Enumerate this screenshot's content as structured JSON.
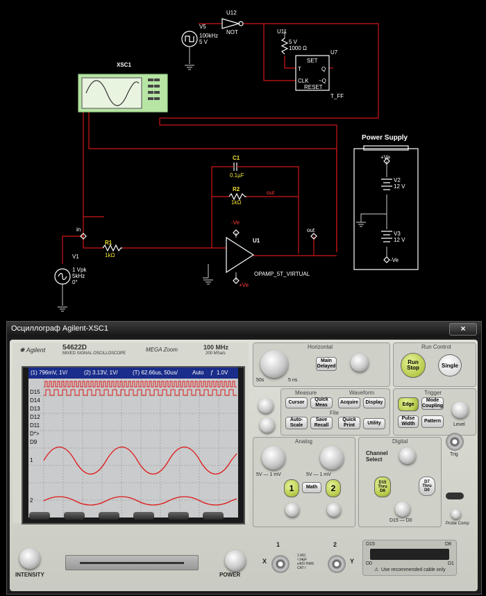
{
  "schematic": {
    "v5": {
      "name": "V5",
      "freq": "100kHz",
      "volt": "5 V"
    },
    "u12": {
      "name": "U12",
      "type": "NOT"
    },
    "u11": {
      "name": "U11",
      "volt": "5 V",
      "res": "1000 Ω"
    },
    "u7": {
      "name": "U7",
      "type": "T_FF",
      "pins": {
        "set": "SET",
        "t": "T",
        "q": "Q",
        "clk": "CLK",
        "nq": "~Q",
        "reset": "RESET"
      }
    },
    "xsc1": {
      "name": "XSC1"
    },
    "power_supply": {
      "title": "Power Supply",
      "pos": "+Ve",
      "neg": "-Ve",
      "v2": {
        "name": "V2",
        "volt": "12 V"
      },
      "v3": {
        "name": "V3",
        "volt": "12 V"
      }
    },
    "c1": {
      "name": "C1",
      "value": "0.1µF"
    },
    "r2": {
      "name": "R2",
      "value": "1kΩ"
    },
    "r1": {
      "name": "R1",
      "value": "1kΩ"
    },
    "v1": {
      "name": "V1",
      "amp": "1 Vpk",
      "freq": "5kHz",
      "phase": "0°"
    },
    "u1": {
      "name": "U1",
      "type": "OPAMP_5T_VIRTUAL",
      "neg_supply": "-Ve",
      "pos_supply": "+Ve"
    },
    "net_labels": {
      "in": "in",
      "out_top": "out",
      "out_right": "out"
    }
  },
  "window": {
    "title": "Осциллограф Agilent-XSC1",
    "close": "×"
  },
  "scope": {
    "brand": "Agilent",
    "model": "54622D",
    "model_sub": "MIXED SIGNAL OSCILLOSCOPE",
    "megazoom": "MEGA Zoom",
    "bandwidth": "100 MHz",
    "sample": "200 MSa/s",
    "status": {
      "ch1": "(1) 796mV, 1V/",
      "ch2": "(2) 3.13V, 1V/",
      "time": "(T) 62.66us, 50us/",
      "trig_mode": "Auto",
      "trig_level": "1.0V"
    },
    "digital_labels": [
      "D15",
      "D14",
      "D13",
      "D12",
      "D11",
      "D*>",
      "D9"
    ],
    "analog_markers": [
      "1",
      "2"
    ],
    "intensity": "INTENSITY",
    "power": "POWER",
    "horizontal": {
      "title": "Horizontal",
      "main_delayed": "Main\nDelayed",
      "left": "50s",
      "right": "5 ns"
    },
    "run_control": {
      "title": "Run Control",
      "run_stop": "Run\nStop",
      "single": "Single"
    },
    "measure": {
      "title": "Measure",
      "cursor": "Cursor",
      "quick_meas": "Quick\nMeas"
    },
    "waveform": {
      "title": "Waveform",
      "acquire": "Acquire",
      "display": "Display"
    },
    "file": {
      "title": "File",
      "save_recall": "Save\nRecall",
      "quick_print": "Quick\nPrint",
      "utility": "Utility",
      "auto_scale": "Auto-\nScale"
    },
    "trigger": {
      "title": "Trigger",
      "edge": "Edge",
      "mode_coupling": "Mode\nCoupling",
      "pulse_width": "Pulse\nWidth",
      "pattern": "Pattern",
      "level": "Level",
      "trig": "Trig"
    },
    "analog": {
      "title": "Analog",
      "scale1": "5V — 1 mV",
      "scale2": "5V — 1 mV",
      "ch1": "1",
      "math": "Math",
      "ch2": "2"
    },
    "digital": {
      "title": "Digital",
      "channel_select": "Channel\nSelect",
      "d15_d8": "D15\nThru\nD8",
      "d7_d0": "D7\nThru\nD0",
      "d15_d0": "D15 — D0"
    },
    "inputs": {
      "x": "X",
      "y": "Y",
      "in1": "1",
      "in2": "2",
      "spec": "1 MΩ\n≈14pF\n≤40V RMS\nCAT I"
    },
    "probe_comp": "Probe Comp",
    "connector": {
      "d15": "D15",
      "d0": "D0",
      "d8": "D8",
      "d1": "D1",
      "warning": "Use recommended cable only"
    }
  }
}
